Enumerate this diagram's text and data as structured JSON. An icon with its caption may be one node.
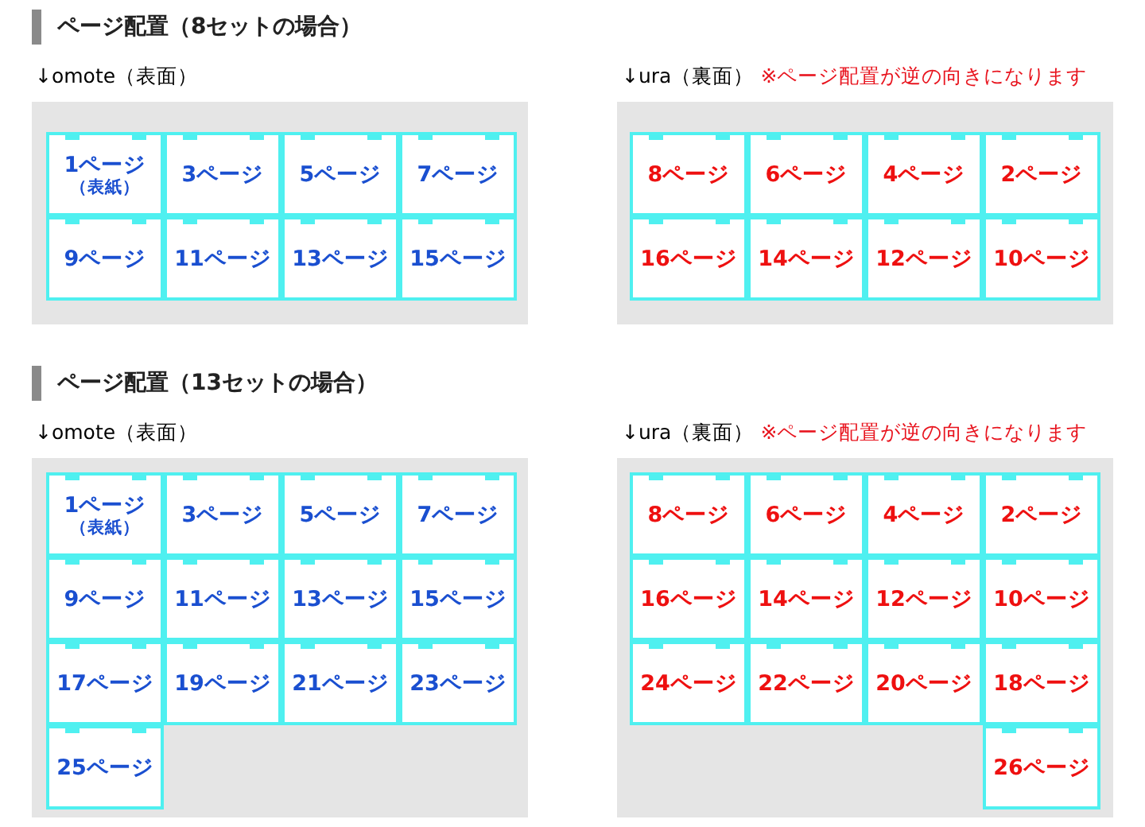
{
  "diagram": {
    "nodes": [
      {
        "text": [
          "↓omote（表面）"
        ]
      },
      {
        "text": [
          "1ページ",
          "（表紙）"
        ],
        "in": 0
      },
      {
        "text": [
          "3ページ"
        ],
        "in": 0
      },
      {
        "text": [
          "5ページ"
        ],
        "in": 0
      },
      {
        "text": [
          "7ページ"
        ],
        "in": 0
      },
      {
        "text": [
          "9ページ"
        ],
        "in": 0
      },
      {
        "text": [
          "11ページ"
        ],
        "in": 0
      },
      {
        "text": [
          "13ページ"
        ],
        "in": 0
      },
      {
        "text": [
          "15ページ"
        ],
        "in": 0
      },
      {
        "text": [
          "↓ura（裏面）",
          "※ページ配置が逆の向きになります"
        ]
      },
      {
        "text": [
          "8ページ"
        ],
        "in": 9
      },
      {
        "text": [
          "6ページ"
        ],
        "in": 9
      },
      {
        "text": [
          "4ページ"
        ],
        "in": 9
      },
      {
        "text": [
          "2ページ"
        ],
        "in": 9
      },
      {
        "text": [
          "16ページ"
        ],
        "in": 9
      },
      {
        "text": [
          "14ページ"
        ],
        "in": 9
      },
      {
        "text": [
          "12ページ"
        ],
        "in": 9
      },
      {
        "text": [
          "10ページ"
        ],
        "in": 9
      },
      {
        "text": [
          "↓omote（表面）"
        ]
      },
      {
        "text": [
          "1ページ",
          "（表紙）"
        ],
        "in": 18
      },
      {
        "text": [
          "3ページ"
        ],
        "in": 18
      },
      {
        "text": [
          "5ページ"
        ],
        "in": 18
      },
      {
        "text": [
          "7ページ"
        ],
        "in": 18
      },
      {
        "text": [
          "9ページ"
        ],
        "in": 18
      },
      {
        "text": [
          "11ページ"
        ],
        "in": 18
      },
      {
        "text": [
          "13ページ"
        ],
        "in": 18
      },
      {
        "text": [
          "15ページ"
        ],
        "in": 18
      },
      {
        "text": [
          "17ページ"
        ],
        "in": 18
      },
      {
        "text": [
          "19ページ"
        ],
        "in": 18
      },
      {
        "text": [
          "21ページ"
        ],
        "in": 18
      },
      {
        "text": [
          "23ページ"
        ],
        "in": 18
      },
      {
        "text": [
          "25ページ"
        ],
        "in": 18
      },
      {
        "text": [
          "↓ura（裏面）",
          "※ページ配置が逆の向きになります"
        ]
      },
      {
        "text": [
          "8ページ"
        ],
        "in": 32
      },
      {
        "text": [
          "6ページ"
        ],
        "in": 32
      },
      {
        "text": [
          "4ページ"
        ],
        "in": 32
      },
      {
        "text": [
          "2ページ"
        ],
        "in": 32
      },
      {
        "text": [
          "16ページ"
        ],
        "in": 32
      },
      {
        "text": [
          "14ページ"
        ],
        "in": 32
      },
      {
        "text": [
          "12ページ"
        ],
        "in": 32
      },
      {
        "text": [
          "10ページ"
        ],
        "in": 32
      },
      {
        "text": [
          "24ページ"
        ],
        "in": 32
      },
      {
        "text": [
          "22ページ"
        ],
        "in": 32
      },
      {
        "text": [
          "20ページ"
        ],
        "in": 32
      },
      {
        "text": [
          "18ページ"
        ],
        "in": 32
      },
      {
        "text": [
          "26ページ"
        ],
        "in": 32
      }
    ],
    "labels": [
      "ページ配置（8セットの場合）",
      "ページ配置（13セットの場合）"
    ]
  }
}
